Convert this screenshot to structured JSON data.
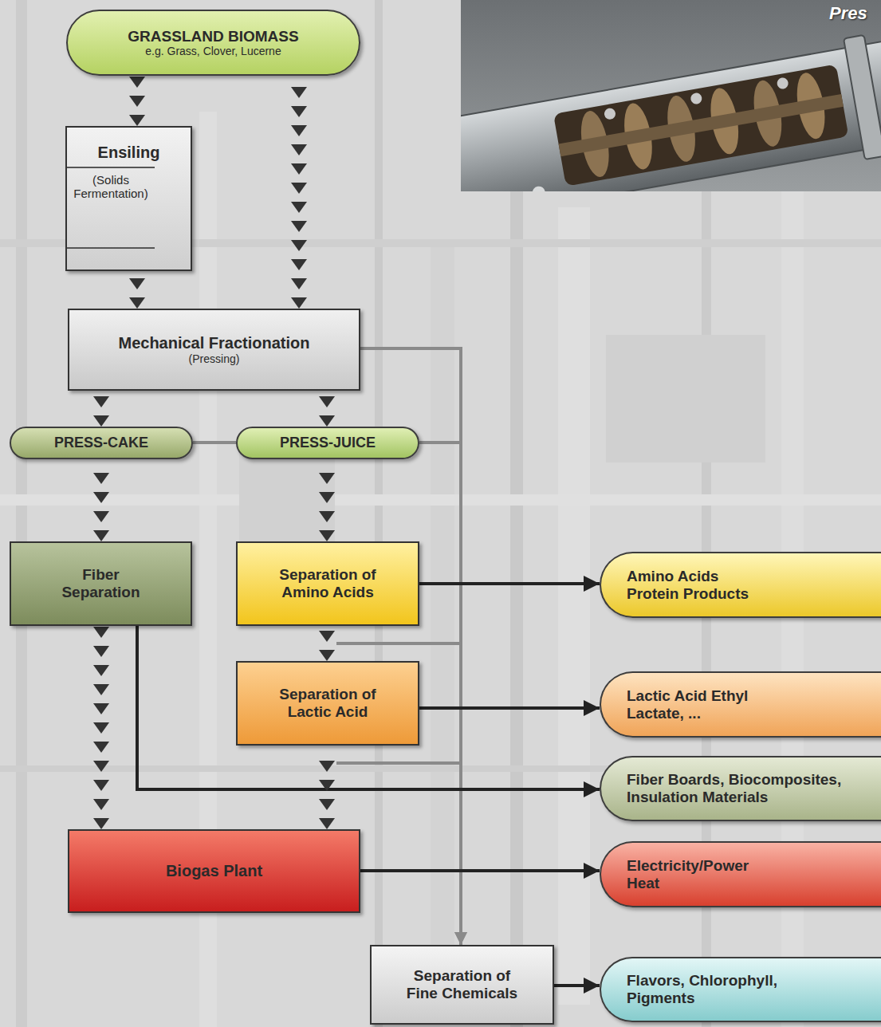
{
  "diagram": {
    "nodes": [
      {
        "text": [
          "GRASSLAND BIOMASS",
          "e.g. Grass, Clover, Lucerne"
        ]
      },
      {
        "text": [
          "Ensiling",
          "(Solids Fermentation)"
        ]
      },
      {
        "text": [
          "Mechanical Fractionation",
          "(Pressing)"
        ]
      },
      {
        "text": [
          "PRESS-CAKE"
        ]
      },
      {
        "text": [
          "PRESS-JUICE"
        ]
      },
      {
        "text": [
          "Fiber Separation"
        ]
      },
      {
        "text": [
          "Separation of Amino Acids"
        ]
      },
      {
        "text": [
          "Amino Acids Protein Products"
        ]
      },
      {
        "text": [
          "Separation of Lactic Acid"
        ]
      },
      {
        "text": [
          "Lactic Acid Ethyl Lactate, ..."
        ]
      },
      {
        "text": [
          "Fiber Boards, Biocomposites, Insulation Materials"
        ]
      },
      {
        "text": [
          "Biogas Plant"
        ]
      },
      {
        "text": [
          "Electricity/Power Heat"
        ]
      },
      {
        "text": [
          "Separation of Fine Chemicals"
        ]
      },
      {
        "text": [
          "Flavors, Chlorophyll, Pigments"
        ]
      }
    ],
    "edges": [
      {
        "from": 0,
        "to": 1,
        "arrow": "to"
      },
      {
        "from": 0,
        "to": 2,
        "arrow": "to"
      },
      {
        "from": 1,
        "to": 2,
        "arrow": "to"
      },
      {
        "from": 2,
        "to": 3,
        "arrow": "to"
      },
      {
        "from": 2,
        "to": 4,
        "arrow": "to"
      },
      {
        "from": 3,
        "to": 4,
        "arrow": "none"
      },
      {
        "from": 2,
        "to": 13,
        "arrow": "to"
      },
      {
        "from": 4,
        "to": 13,
        "arrow": "to"
      },
      {
        "from": 3,
        "to": 5,
        "arrow": "to"
      },
      {
        "from": 4,
        "to": 6,
        "arrow": "to"
      },
      {
        "from": 6,
        "to": 7,
        "arrow": "to"
      },
      {
        "from": 6,
        "to": 8,
        "arrow": "to"
      },
      {
        "from": 8,
        "to": 9,
        "arrow": "to"
      },
      {
        "from": 5,
        "to": 10,
        "arrow": "to"
      },
      {
        "from": 5,
        "to": 11,
        "arrow": "to"
      },
      {
        "from": 8,
        "to": 11,
        "arrow": "to"
      },
      {
        "from": 11,
        "to": 12,
        "arrow": "to"
      },
      {
        "from": 13,
        "to": 14,
        "arrow": "to"
      }
    ],
    "labels": [
      "Pres"
    ]
  }
}
